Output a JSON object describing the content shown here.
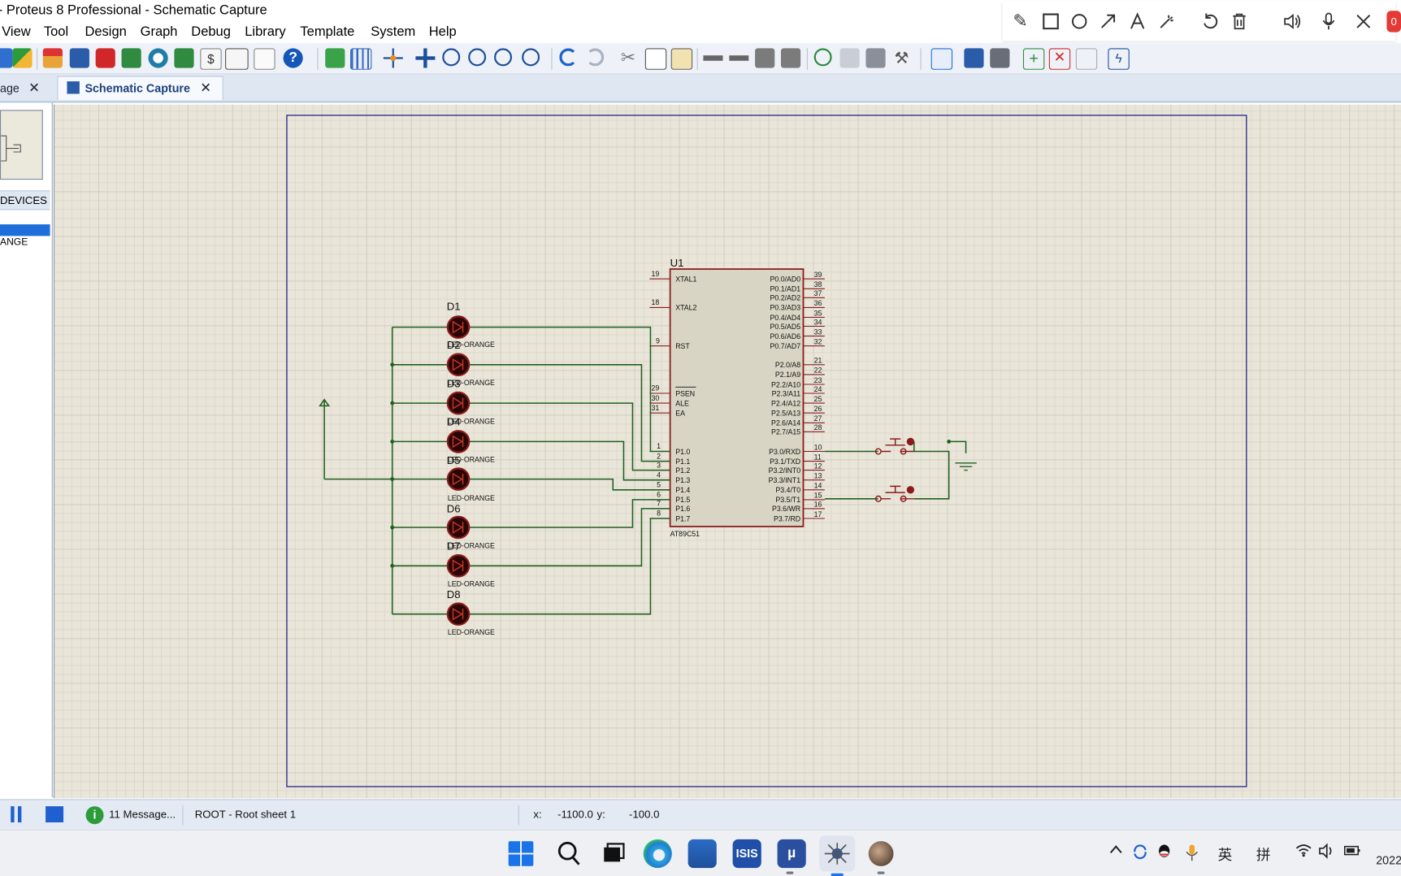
{
  "window": {
    "title": "- Proteus 8 Professional - Schematic Capture"
  },
  "menu": [
    "View",
    "Tool",
    "Design",
    "Graph",
    "Debug",
    "Library",
    "Template",
    "System",
    "Help"
  ],
  "tabs": [
    {
      "label": "age",
      "close": "✕"
    },
    {
      "label": "Schematic Capture",
      "close": "✕"
    }
  ],
  "left_panel": {
    "devices_header": "DEVICES",
    "device_item": "ANGE"
  },
  "schematic": {
    "mcu": {
      "ref": "U1",
      "part": "AT89C51",
      "left_pins": [
        {
          "num": "19",
          "name": "XTAL1"
        },
        {
          "num": "18",
          "name": "XTAL2"
        },
        {
          "num": "9",
          "name": "RST"
        },
        {
          "num": "29",
          "name": "PSEN"
        },
        {
          "num": "30",
          "name": "ALE"
        },
        {
          "num": "31",
          "name": "EA"
        },
        {
          "num": "1",
          "name": "P1.0"
        },
        {
          "num": "2",
          "name": "P1.1"
        },
        {
          "num": "3",
          "name": "P1.2"
        },
        {
          "num": "4",
          "name": "P1.3"
        },
        {
          "num": "5",
          "name": "P1.4"
        },
        {
          "num": "6",
          "name": "P1.5"
        },
        {
          "num": "7",
          "name": "P1.6"
        },
        {
          "num": "8",
          "name": "P1.7"
        }
      ],
      "right_pins": [
        {
          "num": "39",
          "name": "P0.0/AD0"
        },
        {
          "num": "38",
          "name": "P0.1/AD1"
        },
        {
          "num": "37",
          "name": "P0.2/AD2"
        },
        {
          "num": "36",
          "name": "P0.3/AD3"
        },
        {
          "num": "35",
          "name": "P0.4/AD4"
        },
        {
          "num": "34",
          "name": "P0.5/AD5"
        },
        {
          "num": "33",
          "name": "P0.6/AD6"
        },
        {
          "num": "32",
          "name": "P0.7/AD7"
        },
        {
          "num": "21",
          "name": "P2.0/A8"
        },
        {
          "num": "22",
          "name": "P2.1/A9"
        },
        {
          "num": "23",
          "name": "P2.2/A10"
        },
        {
          "num": "24",
          "name": "P2.3/A11"
        },
        {
          "num": "25",
          "name": "P2.4/A12"
        },
        {
          "num": "26",
          "name": "P2.5/A13"
        },
        {
          "num": "27",
          "name": "P2.6/A14"
        },
        {
          "num": "28",
          "name": "P2.7/A15"
        },
        {
          "num": "10",
          "name": "P3.0/RXD"
        },
        {
          "num": "11",
          "name": "P3.1/TXD"
        },
        {
          "num": "12",
          "name": "P3.2/INT0"
        },
        {
          "num": "13",
          "name": "P3.3/INT1"
        },
        {
          "num": "14",
          "name": "P3.4/T0"
        },
        {
          "num": "15",
          "name": "P3.5/T1"
        },
        {
          "num": "16",
          "name": "P3.6/WR"
        },
        {
          "num": "17",
          "name": "P3.7/RD"
        }
      ]
    },
    "leds": [
      {
        "ref": "D1",
        "value": "LED-ORANGE"
      },
      {
        "ref": "D2",
        "value": "LED-ORANGE"
      },
      {
        "ref": "D3",
        "value": "LED-ORANGE"
      },
      {
        "ref": "D4",
        "value": "LED-ORANGE"
      },
      {
        "ref": "D5",
        "value": "LED-ORANGE"
      },
      {
        "ref": "D6",
        "value": "LED-ORANGE"
      },
      {
        "ref": "D7",
        "value": "LED-ORANGE"
      },
      {
        "ref": "D8",
        "value": "LED-ORANGE"
      }
    ]
  },
  "status": {
    "messages": "11 Message...",
    "sheet": "ROOT - Root sheet 1",
    "x_label": "x:",
    "x_value": "-1100.0",
    "y_label": "y:",
    "y_value": "-100.0"
  },
  "taskbar": {
    "ime_lang": "英",
    "ime_mode": "拼",
    "clock": "2022"
  },
  "colors": {
    "canvas": "#e9e6d9",
    "wire": "#1f5f1f",
    "component": "#8b1a1a",
    "chip_fill": "#d8d5c4",
    "selection": "#1e6fd9"
  }
}
